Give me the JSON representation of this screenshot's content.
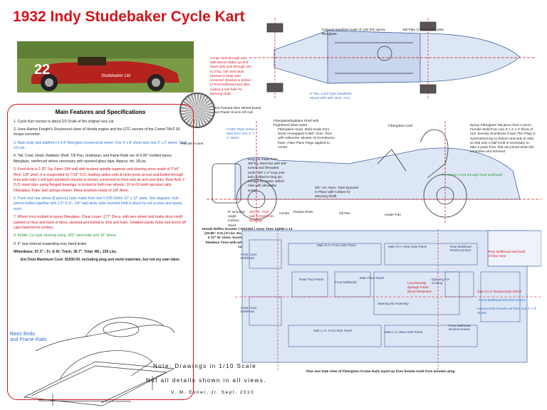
{
  "title": "1932 Indy Studebaker Cycle Kart",
  "photo": {
    "car_number": "22",
    "plate_text": "Studebaker Ltd"
  },
  "specs": {
    "heading": "Main Features and Specifications",
    "items": [
      "1. Cycle Kart version is about 2/3 Scale of the original race car.",
      "2. Uses Harbor Freight's Greyhound clone of Honda engine and the GTC version of the Comet TAV2 30 torque converter.",
      "3. Main body and platform in 0.4\" fiberglass honeycomb sheet. One 4' x 8' sheet plus one 2' x 2' sheet. Total 16 Lbs.",
      "4. Tail, Cowl, Hood, Radiator Shell, 'Oil Pan, Underpan, and frame Rails are of 0.06\" molded epoxy fiberglass, reinforced where necessary with epoxied glass tape. Approx. tot. 16Lbs.",
      "5. Front Axle is 1.25\" Sq. Steel .094 wall with bushed spindle supports and steering arms made of 2\"x4\" Rect. 1/8\" steel. It is suspended by 7/16\" O.D. leading radius rods & heim joints at rear and bolted through front axle tube. Lord type sandwich mounts in torsion connected to front axle by arm and links. Rear Axle 1\" O.D. steel tube, using flanged bearings, is locked to both rear wheels. 10 to 60 tooth sprocket ratio. Fiberglass 'Fake' leaf springs shown. Many brackets made of 1/8\" Alum.",
      "6. Front and rear wheel (8 pieces) hubs made from one 5.625 Delrin 12\" x 12\" plate. See diagram. Hub pieces bolted together with 1.5\" O.D., 1/4\" wall alum. tube inserted held in place by set screws and epoxy resin.",
      "7. Wheel rims molded in epoxy fiberglass. Clear Lexan .177\" Discs, with wire wheel and brake drum motif painted on face and back of discs, epoxied and bolted to rims and hubs. Detailed plastic hubs and knock off caps fastened to centers.",
      "8. Kiddie Car type steering using .625\" steel tube and 10\" wheel.",
      "9. 6\" rear internal expanding rear, hand brake.",
      "Wheelbase; 67.3\".- Fr. & Rr. Track; 36.7\". Total. Wt.; 159 Lbs.",
      "Est.Total Maximum Cost: $1500.00, including plug and mold materials, but not my own labor."
    ]
  },
  "annotations": {
    "exhaust": "Exhaust Manifold made of cast thin epoxy fiberglass.",
    "tail_pipe": "Tail Pipe 2\" O.D. Alum tube.",
    "center_bolt": "Center Bolt through axle with sleeve slides up and down with axle through slot in 2\"Sq. 1/8\" wall alum. bracket to keep axle centered. Bracket is bolted to front bulkhead and also makes a rest hole for steering shaft.",
    "lord_type": "2\" Dia. Lord Type Sandwich Mount with 5/8\" Alum. Arm.",
    "wire_wheel": "Rim,Painted Wire Wheel Detail, and Plastic Knock-off Hub",
    "exhaust_disc": "0.030\" thick Vertex tube from one 1\" x 1\" Steel.",
    "pull_tab": "Pull tab in tank",
    "radiator_shell": "Fiberglass/Radiator Shell with brightened silver paint",
    "fiberglass_hood": "Fiberglass Hood. Mold made from sheet of wrapped 0.060\" Alum. from with cellocrete. Bluster of Scent/some foam. Fake Plane hinge applied to center.",
    "fiberglass_cowl": "Fiberglass Cowl",
    "epoxy_tail": "Epoxy Fiberglass Tail piece from 1 piece Female Mold from one 3' x 2' x 2' block of 2Lb. Density Scentbone Foam.The 'Plug' is Symmetical top to bottom and side to side, so that only a half mold is necessary to take 2 parts from, that are joined down the centerline and trimmed.",
    "pin_starter": "Pin Starter Cord through Rear Bulkhead",
    "kingpin": "King pin made from 3/8\"Sq. steel bar with 5/8\" turned and threaded ends. 5/8\" x 4\" long axle bolt molded to king pin, located by center drilled hole with allowable screw.",
    "alum_tube": "3/4\" I.D. Alum. Tube Epoxied in Place with Collars for Steering Shaft",
    "included_angle": "8\" included angle Carbon Steel.",
    "axle_bolts": "3/4\"I.D. 7/16\" wall formed Axle bearings",
    "radius_rods": "Radius Rods",
    "oil_pan": "Oil Pan",
    "under_pan": "Under Pan",
    "center": "Center",
    "tires": "Honda Reflex Scooter ( NSS250 ) Avon Tires 110/90 x 13 (20.85\" O.D.) 8 Lbs. Ea. 13\" fiberglass rims cast from 2.72\" W. Alum. Scooter Wheel, smooth inside for Tubeless Tires with wheel disc hole for air hose and valve stem.",
    "basic_body": "Basic Body",
    "frame_rails": "and Frame Rails",
    "scale_note": "Note: Drawings in 1/10 Scale",
    "views_note": "Not all details shown in all views.",
    "author": "V. M. Exner, Jr.   Sept. 2010",
    "layout_caption": "Plan and Side View of Fiberglass Frame Rails layed up from female mold from wooden plug.",
    "honeycomb": "Honeycomb Panels cut from one 4' x 8' Sheet.",
    "one_2x2": "One 2'x 2' Honeycomb Sheet",
    "front_bulkhead_reinf": "Front Bulkhead Reinforcement",
    "rear_bulkhead": "Rear Bulkhead and back of floor seat",
    "low_density": "Low-Density Springs Foam Block Retainers"
  },
  "panels": [
    "Front Cowl Bulkhead",
    "Main R.H. Front Side Panel",
    "Main R.H. Rear Side Panel",
    "Rear Bulkhead Reinforcement",
    "Rear Floor Panel",
    "Front Bulkhead",
    "Main Floor Panel",
    "Opening For Cooling",
    "Steering Kit Assembly",
    "Front Cowl Bulkhead",
    "Main L.H. Front Side Panel",
    "Main L.H. Rear Side Panel",
    "Front Bulkhead Reinforcement"
  ],
  "colors": {
    "title": "#d4141a",
    "panel_fill": "#dde6f5",
    "panel_stroke": "#4060a0",
    "accent_blue": "#2f6fd0"
  }
}
